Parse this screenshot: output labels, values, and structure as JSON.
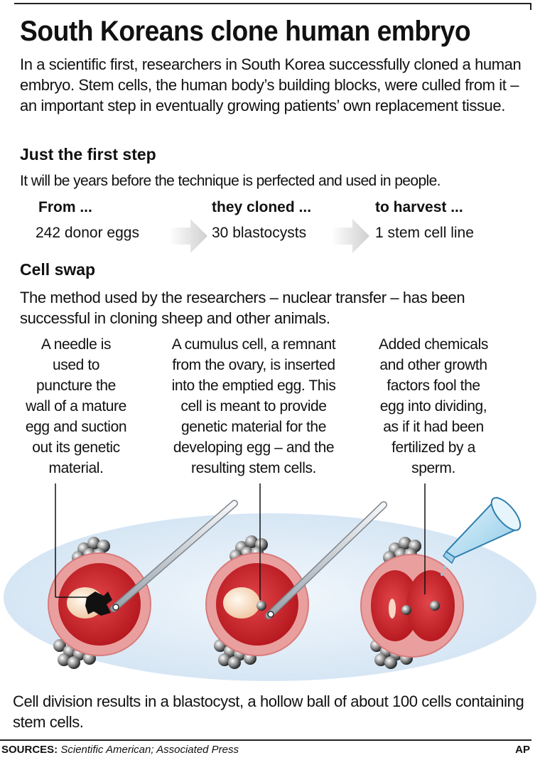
{
  "title": "South Koreans clone human embryo",
  "intro": "In a scientific first, researchers in South Korea successfully cloned a human embryo. Stem cells, the human body’s building blocks, were culled from it – an important step in eventually growing patients’ own replacement tissue.",
  "first_step": {
    "heading": "Just the first step",
    "description": "It will be years before the technique is perfected and used in people.",
    "columns": [
      {
        "head": "From ...",
        "value": "242 donor eggs"
      },
      {
        "head": "they cloned ...",
        "value": "30 blastocysts"
      },
      {
        "head": "to harvest ...",
        "value": "1 stem cell line"
      }
    ]
  },
  "cell_swap": {
    "heading": "Cell swap",
    "description": "The method used by the researchers – nuclear transfer – has been successful in cloning sheep and other animals.",
    "steps": [
      "A needle is\nused to\npuncture the\nwall of a mature\negg and suction\nout its genetic\nmaterial.",
      "A cumulus cell, a remnant\nfrom the ovary, is inserted\ninto the emptied egg. This\ncell is meant to provide\ngenetic material for the\ndeveloping egg – and the\nresulting stem cells.",
      "Added chemicals\nand other growth\nfactors fool the\negg into dividing,\nas if it had been\nfertilized by a\nsperm."
    ],
    "caption": "Cell division results in a blastocyst, a hollow ball of about 100 cells containing stem cells."
  },
  "footer": {
    "sources_label": "SOURCES:",
    "sources": "Scientific American; Associated Press",
    "credit": "AP"
  },
  "colors": {
    "ellipse_bg": "#dce9f5",
    "egg_outer": "#e8a3a3",
    "egg_inner": "#c81e24",
    "needle": "#c8cdd4",
    "funnel": "#bfe3f5"
  }
}
